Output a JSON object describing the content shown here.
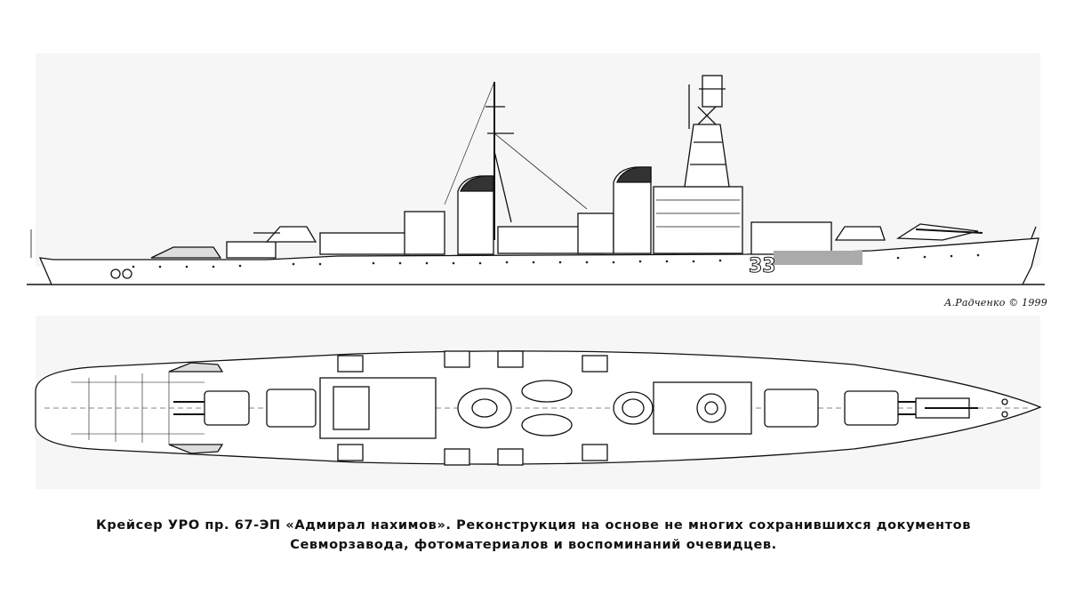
{
  "hull_number": "33",
  "signature": "А.Радченко © 1999",
  "caption": {
    "line1": "Крейсер УРО пр. 67-ЭП «Адмирал нахимов». Реконструкция на основе не многих сохранившихся документов",
    "line2": "Севморзавода, фотоматериалов и воспоминаний очевидцев."
  }
}
